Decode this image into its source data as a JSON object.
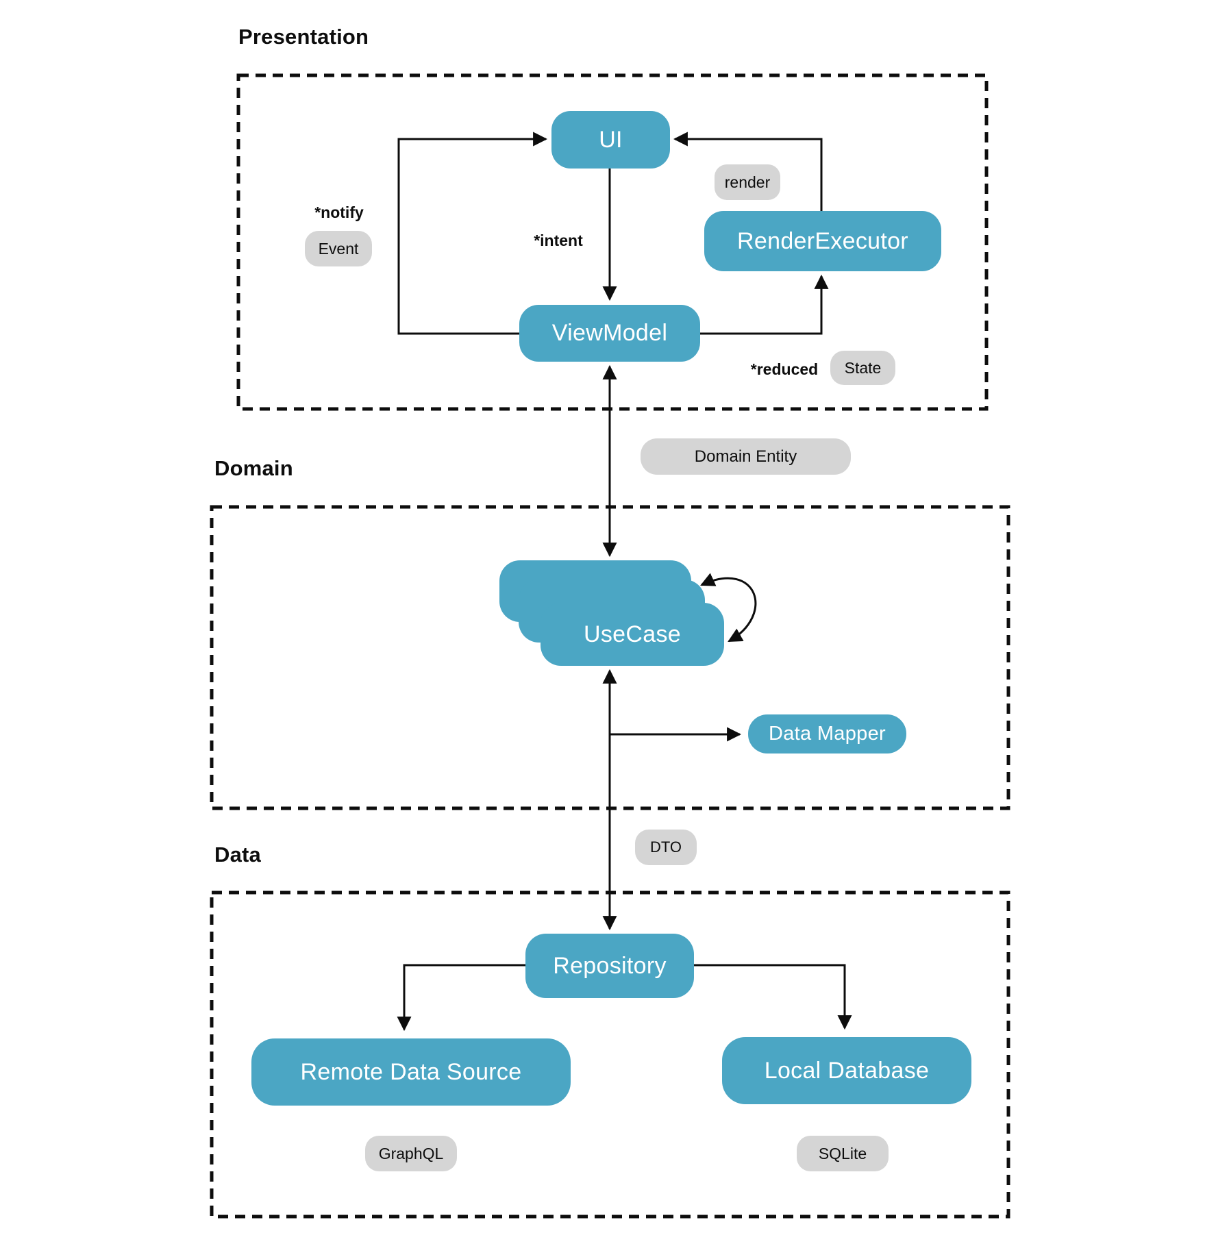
{
  "colors": {
    "node_fill": "#4ba6c4",
    "tag_fill": "#d5d5d5",
    "line": "#0d0d0d",
    "text": "#0d0d0d",
    "node_text": "#ffffff",
    "background": "#ffffff"
  },
  "layers": {
    "presentation": {
      "label": "Presentation"
    },
    "domain": {
      "label": "Domain"
    },
    "data": {
      "label": "Data"
    }
  },
  "nodes": {
    "ui": "UI",
    "render_executor": "RenderExecutor",
    "view_model": "ViewModel",
    "use_case": "UseCase",
    "data_mapper": "Data Mapper",
    "repository": "Repository",
    "remote_data_source": "Remote Data Source",
    "local_database": "Local Database"
  },
  "tags": {
    "render": "render",
    "event": "Event",
    "state": "State",
    "domain_entity": "Domain Entity",
    "dto": "DTO",
    "graphql": "GraphQL",
    "sqlite": "SQLite"
  },
  "edge_labels": {
    "notify": "*notify",
    "intent": "*intent",
    "reduced": "*reduced"
  }
}
